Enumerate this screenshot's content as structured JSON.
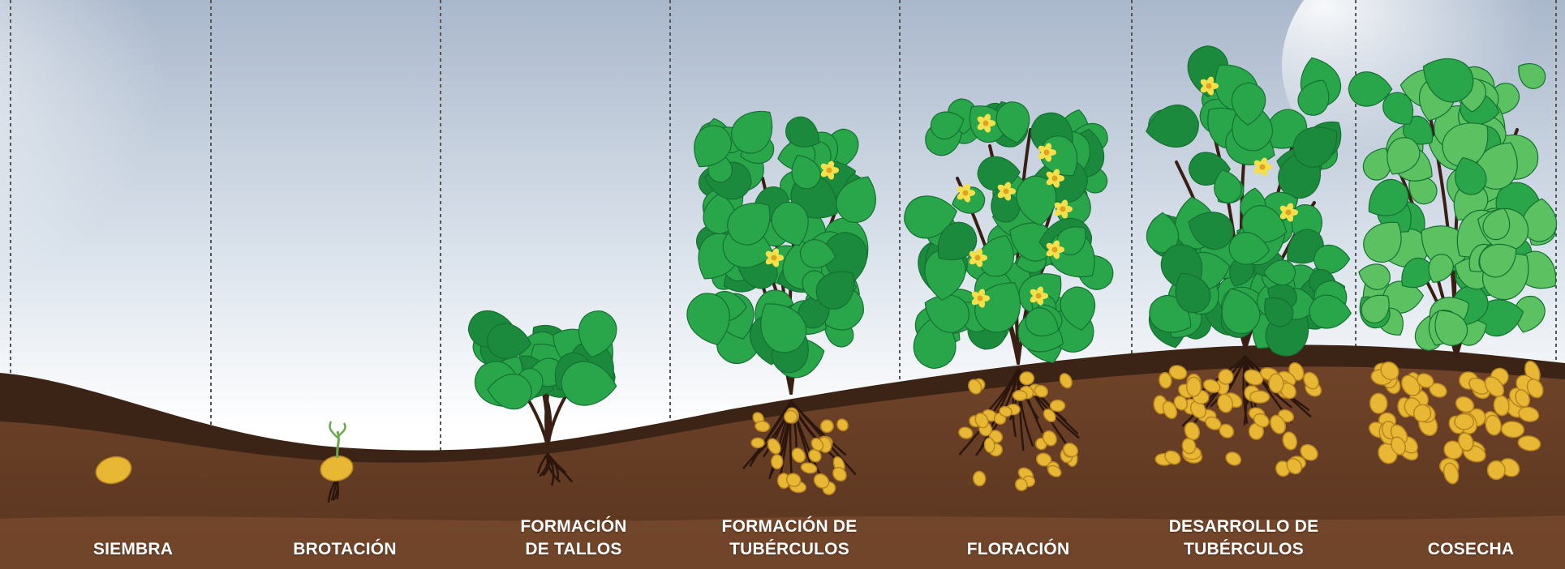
{
  "stages": [
    {
      "id": "siembra",
      "lines": [
        "SIEMBRA"
      ]
    },
    {
      "id": "brotacion",
      "lines": [
        "BROTACIÓN"
      ]
    },
    {
      "id": "formacion-tallos",
      "lines": [
        "FORMACIÓN",
        "DE TALLOS"
      ]
    },
    {
      "id": "formacion-tuberculos",
      "lines": [
        "FORMACIÓN DE",
        "TUBÉRCULOS"
      ]
    },
    {
      "id": "floracion",
      "lines": [
        "FLORACIÓN"
      ]
    },
    {
      "id": "desarrollo-tuberculos",
      "lines": [
        "DESARROLLO DE",
        "TUBÉRCULOS"
      ]
    },
    {
      "id": "cosecha",
      "lines": [
        "COSECHA"
      ]
    }
  ],
  "colors": {
    "sky_top": "#aab8cc",
    "sky_light": "#ffffff",
    "soil_dark": "#3b2416",
    "soil_mid": "#6e4328",
    "soil_light": "#835233",
    "leaf_dark": "#1c8a3c",
    "leaf_mid": "#2aa64a",
    "leaf_light": "#5cc261",
    "stem": "#3a1f14",
    "tuber": "#e8b834",
    "flower": "#f3e04a",
    "divider": "#555555"
  }
}
